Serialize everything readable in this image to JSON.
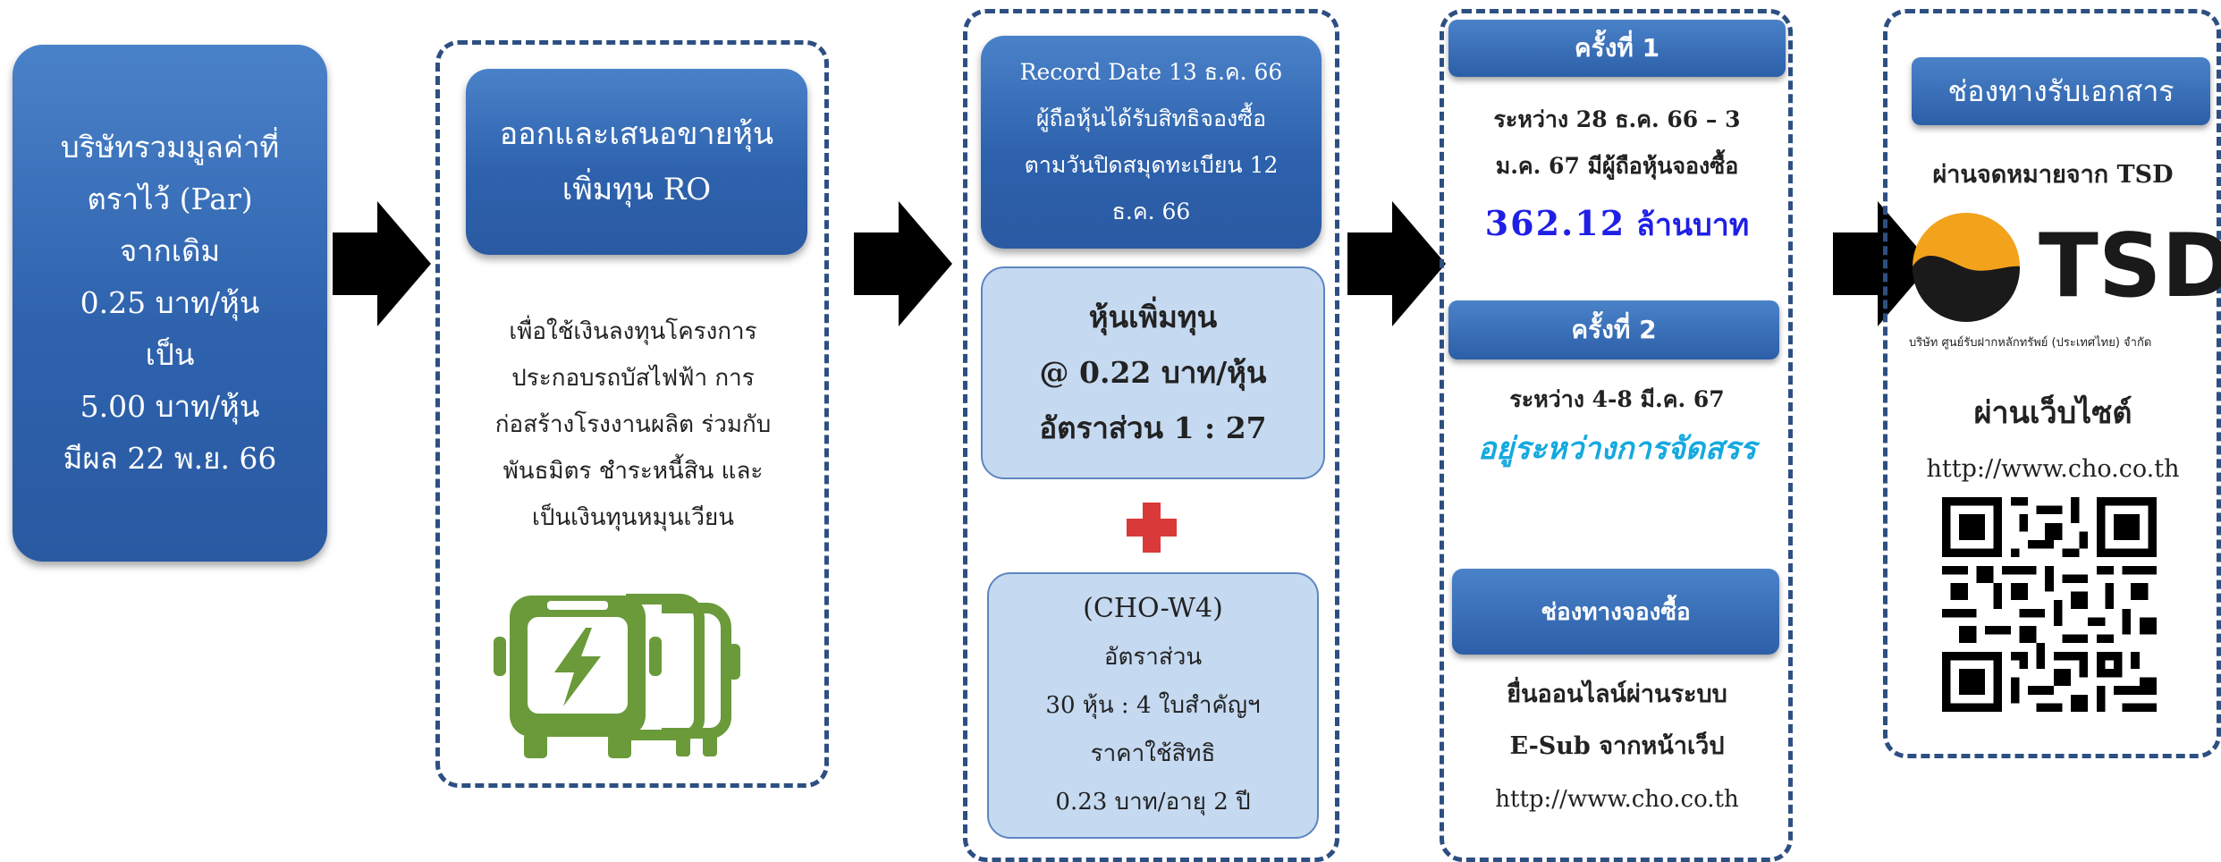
{
  "col1": {
    "lines": [
      "บริษัทรวมมูลค่าที่",
      "ตราไว้ (Par)",
      "จากเดิม",
      "0.25 บาท/หุ้น",
      "เป็น",
      "5.00 บาท/หุ้น",
      "มีผล 22 พ.ย. 66"
    ]
  },
  "col2": {
    "header_lines": [
      "ออกและเสนอขายหุ้น",
      "เพิ่มทุน RO"
    ],
    "body_lines": [
      "เพื่อใช้เงินลงทุนโครงการ",
      "ประกอบรถบัสไฟฟ้า การ",
      "ก่อสร้างโรงงานผลิต ร่วมกับ",
      "พันธมิตร ชำระหนี้สิน และ",
      "เป็นเงินทุนหมุนเวียน"
    ]
  },
  "col3": {
    "record_lines": [
      "Record Date 13 ธ.ค. 66",
      "ผู้ถือหุ้นได้รับสิทธิจองซื้อ",
      "ตามวันปิดสมุดทะเบียน 12",
      "ธ.ค. 66"
    ],
    "shares_lines": [
      "หุ้นเพิ่มทุน",
      "@ 0.22 บาท/หุ้น",
      "อัตราส่วน 1 : 27"
    ],
    "warrant_lines": [
      "(CHO-W4)",
      "อัตราส่วน",
      "30 หุ้น : 4 ใบสำคัญฯ",
      "ราคาใช้สิทธิ",
      "0.23 บาท/อายุ 2 ปี"
    ]
  },
  "col4": {
    "round1_title": "ครั้งที่ 1",
    "round1_lines": [
      "ระหว่าง 28 ธ.ค. 66 – 3",
      "ม.ค. 67 มีผู้ถือหุ้นจองซื้อ"
    ],
    "round1_amount_number": "362.12",
    "round1_amount_unit": "ล้านบาท",
    "round2_title": "ครั้งที่ 2",
    "round2_line": "ระหว่าง 4-8 มี.ค. 67",
    "round2_status": "อยู่ระหว่างการจัดสรร",
    "channel_title": "ช่องทางจองซื้อ",
    "channel_lines": [
      "ยื่นออนไลน์ผ่านระบบ",
      "E-Sub จากหน้าเว็ป"
    ],
    "channel_url": "http://www.cho.co.th"
  },
  "col5": {
    "title": "ช่องทางรับเอกสาร",
    "mail_line": "ผ่านจดหมายจาก TSD",
    "tsd_logo_text": "TSD",
    "tsd_caption": "บริษัท ศูนย์รับฝากหลักทรัพย์ (ประเทศไทย) จำกัด",
    "web_title": "ผ่านเว็บไซต์",
    "url": "http://www.cho.co.th"
  },
  "icons": {
    "arrow": "right-arrow-icon",
    "plus": "plus-icon",
    "bus": "electric-bus-icon",
    "qr": "qr-code-icon",
    "logo": "tsd-logo"
  },
  "colors": {
    "blue": "#2e62ad",
    "light_blue": "#c5d9f1",
    "dashed_border": "#2d4f82",
    "amount_blue": "#1f1fe6",
    "status_cyan": "#14a9de",
    "plus_red": "#d93939",
    "bus_green": "#6a9a3a",
    "tsd_orange": "#f2a21b"
  }
}
